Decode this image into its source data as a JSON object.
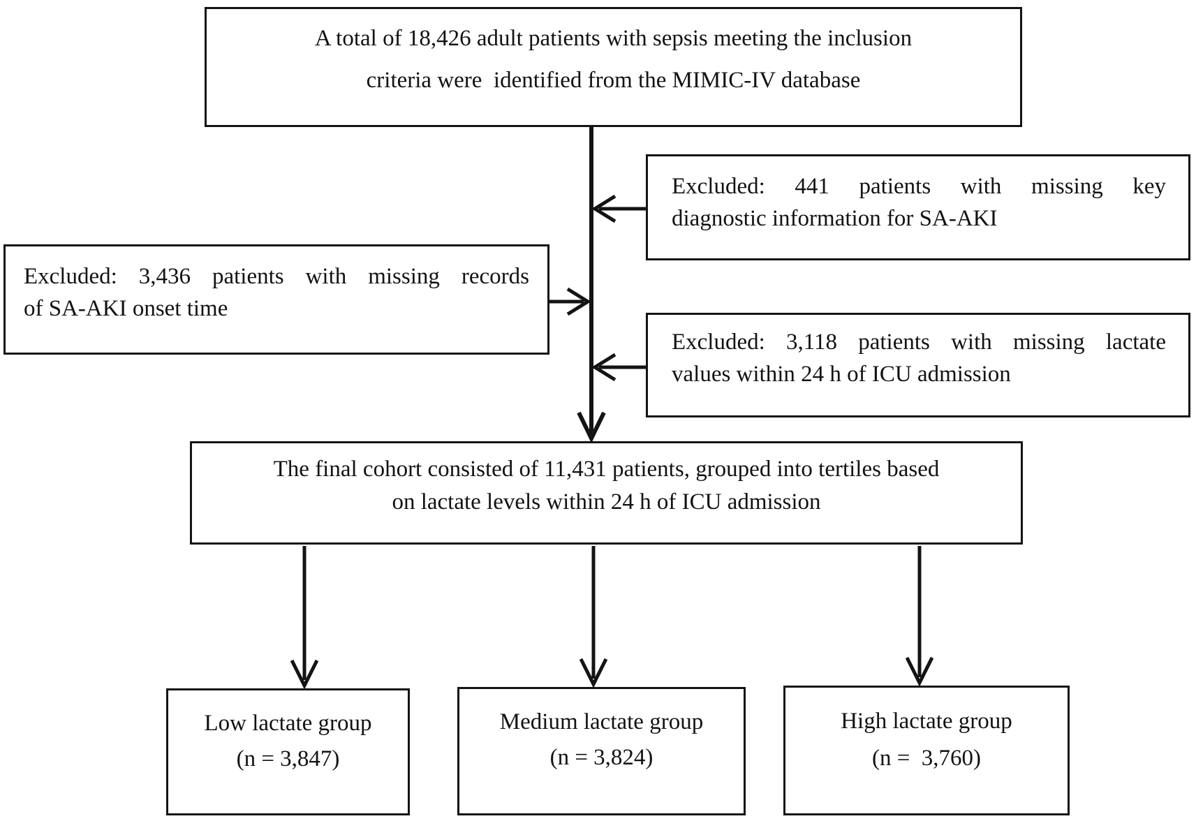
{
  "figure": {
    "type": "flowchart",
    "nodes": {
      "source": {
        "lines": [
          "A total of 18,426 adult patients with sepsis meeting the inclusion",
          "criteria were  identified from the MIMIC-IV database"
        ]
      },
      "excluded_diagnostic": {
        "lines": [
          "Excluded: 441 patients with missing key",
          "diagnostic information for SA-AKI"
        ]
      },
      "excluded_onset": {
        "lines": [
          "Excluded: 3,436 patients with missing records",
          "of SA-AKI onset time"
        ]
      },
      "excluded_lactate": {
        "lines": [
          "Excluded: 3,118 patients with missing lactate",
          "values within 24 h of ICU admission"
        ]
      },
      "final_cohort": {
        "lines": [
          "The final cohort consisted of 11,431 patients, grouped into tertiles based",
          "on lactate levels within 24 h of ICU admission"
        ]
      },
      "low_group": {
        "lines": [
          "Low lactate group",
          "(n = 3,847)"
        ]
      },
      "medium_group": {
        "lines": [
          "Medium lactate group",
          "(n = 3,824)"
        ]
      },
      "high_group": {
        "lines": [
          "High lactate group",
          "(n =  3,760)"
        ]
      }
    },
    "edges": [
      {
        "from": "source",
        "to": "final_cohort"
      },
      {
        "from": "excluded_diagnostic",
        "to": "main_flow"
      },
      {
        "from": "excluded_onset",
        "to": "main_flow"
      },
      {
        "from": "excluded_lactate",
        "to": "main_flow"
      },
      {
        "from": "final_cohort",
        "to": "low_group"
      },
      {
        "from": "final_cohort",
        "to": "medium_group"
      },
      {
        "from": "final_cohort",
        "to": "high_group"
      }
    ],
    "colors": {
      "line": "#141414",
      "text": "#121212",
      "background": "#ffffff"
    }
  }
}
